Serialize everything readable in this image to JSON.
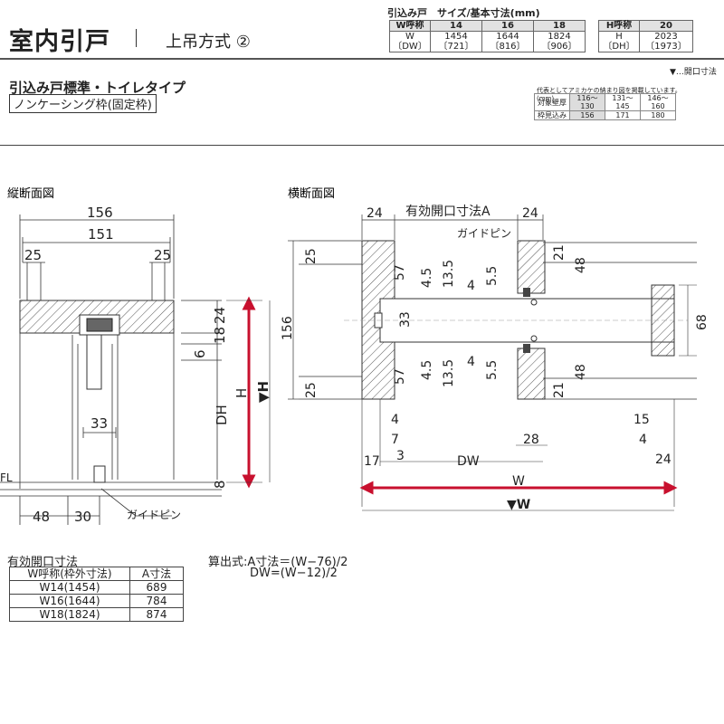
{
  "header": {
    "title": "室内引戸",
    "subtitle": "上吊方式 ②",
    "section_title": "引込み戸標準・トイレタイプ",
    "section_subtitle": "ノンケーシング枠(固定枠)"
  },
  "size_table": {
    "title": "引込み戸　サイズ/基本寸法(mm)",
    "w_header": "W呼称",
    "w_cols": [
      "14",
      "16",
      "18"
    ],
    "w_row_label1": "W",
    "w_row_label2": "〔DW〕",
    "w_values": [
      "1454",
      "1644",
      "1824"
    ],
    "dw_values": [
      "〔721〕",
      "〔816〕",
      "〔906〕"
    ],
    "h_header": "H呼称",
    "h_col": "20",
    "h_row_label1": "H",
    "h_row_label2": "〔DH〕",
    "h_value": "2023",
    "dh_value": "〔1973〕"
  },
  "notes": {
    "opening": "▼…開口寸法",
    "wall_note": "代表としてアミカケの納まり図を掲載しています。",
    "unit": "(mm)"
  },
  "wall_table": {
    "row1_label": "対象壁厚",
    "row1": [
      "116～130",
      "131～145",
      "146～160"
    ],
    "row2_label": "枠見込み",
    "row2": [
      "156",
      "171",
      "180"
    ]
  },
  "vertical_section": {
    "title": "縦断面図",
    "dims": [
      "156",
      "151",
      "25",
      "25",
      "24",
      "18",
      "6",
      "33",
      "8",
      "48",
      "30"
    ],
    "labels": [
      "DH",
      "H",
      "▼H",
      "FL",
      "ガイドピン"
    ]
  },
  "horizontal_section": {
    "title": "横断面図",
    "dims": [
      "24",
      "24",
      "25",
      "57",
      "4.5",
      "13.5",
      "4",
      "5.5",
      "21",
      "48",
      "156",
      "33",
      "68",
      "57",
      "4.5",
      "13.5",
      "4",
      "5.5",
      "25",
      "21",
      "48",
      "4",
      "7",
      "3",
      "17",
      "28",
      "15",
      "4",
      "24"
    ],
    "labels": [
      "有効開口寸法A",
      "ガイドピン",
      "DW",
      "W",
      "▼W"
    ]
  },
  "effective_opening": {
    "title": "有効開口寸法",
    "headers": [
      "W呼称(枠外寸法)",
      "A寸法"
    ],
    "rows": [
      [
        "W14(1454)",
        "689"
      ],
      [
        "W16(1644)",
        "784"
      ],
      [
        "W18(1824)",
        "874"
      ]
    ]
  },
  "formula": {
    "line1": "算出式:A寸法＝(W−76)/2",
    "line2": "DW=(W−12)/2"
  },
  "colors": {
    "accent_arrow": "#c8102e",
    "hatch": "#555555",
    "table_header": "#e2e2e2"
  }
}
